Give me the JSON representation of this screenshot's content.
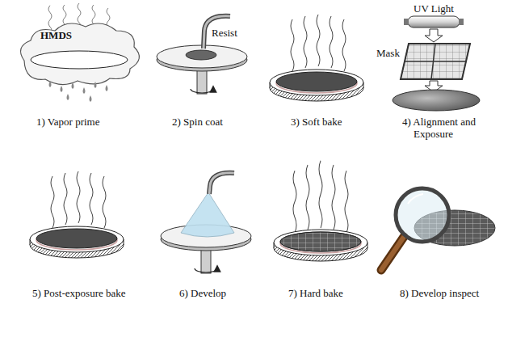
{
  "diagram": {
    "labels": [
      "HMDS",
      "Resist",
      "UV Light",
      "Mask",
      "1) Vapor prime",
      "2) Spin coat",
      "3) Soft bake",
      "4) Alignment and Exposure",
      "5) Post-exposure bake",
      "6) Develop",
      "7) Hard bake",
      "8) Develop inspect"
    ]
  }
}
